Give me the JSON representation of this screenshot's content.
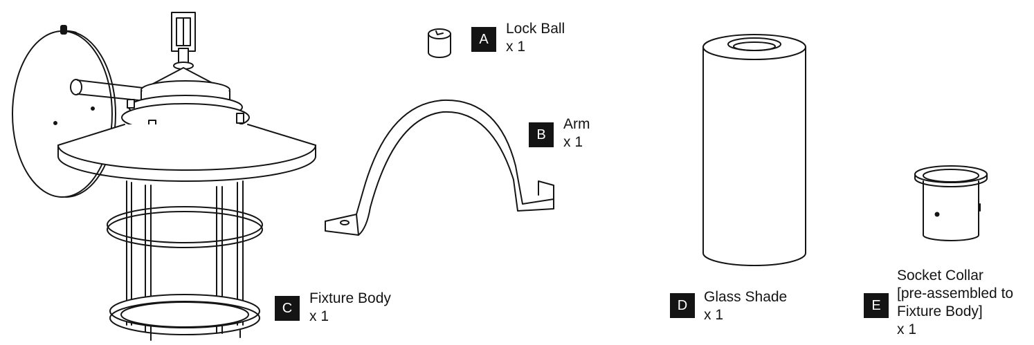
{
  "parts": [
    {
      "letter": "A",
      "name": "Lock Ball",
      "qty": "x 1"
    },
    {
      "letter": "B",
      "name": "Arm",
      "qty": "x 1"
    },
    {
      "letter": "C",
      "name": "Fixture Body",
      "qty": "x 1"
    },
    {
      "letter": "D",
      "name": "Glass Shade",
      "qty": "x  1"
    },
    {
      "letter": "E",
      "name_lines": [
        "Socket Collar",
        "[pre-assembled to",
        "Fixture Body]"
      ],
      "qty": "x  1"
    }
  ],
  "colors": {
    "line": "#141414",
    "badge_bg": "#141414",
    "badge_text": "#ffffff",
    "background": "#ffffff"
  }
}
